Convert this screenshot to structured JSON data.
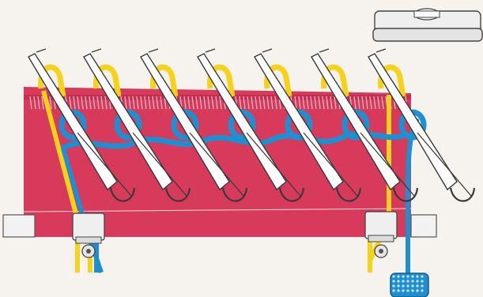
{
  "illustration": {
    "colors": {
      "background": "#f6f3ee",
      "fabric": "#d83a5c",
      "fabric_dark": "#b82a4a",
      "yarn_yellow": "#f7d21a",
      "yarn_blue": "#1e8fd0",
      "needle": "#ffffff",
      "needle_outline": "#3a3a3a",
      "bar": "#f2f2f2"
    },
    "needles": [
      {
        "name": "needle-1"
      },
      {
        "name": "needle-2"
      },
      {
        "name": "needle-3"
      },
      {
        "name": "needle-4"
      },
      {
        "name": "needle-5"
      },
      {
        "name": "needle-6"
      },
      {
        "name": "needle-7"
      }
    ],
    "icons": [
      "weight-tool-icon",
      "clamp-icon",
      "yarn-weight-icon"
    ]
  }
}
